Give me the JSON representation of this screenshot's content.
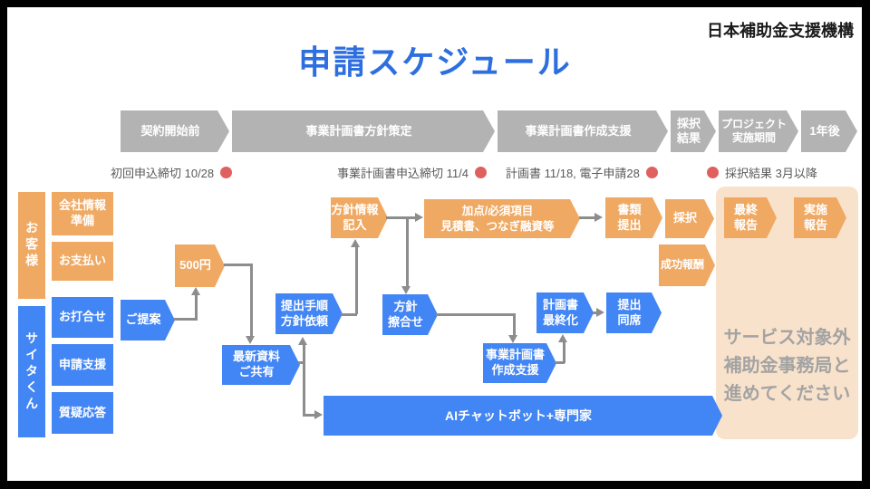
{
  "header": {
    "title": "申請スケジュール",
    "org": "日本補助金支援機構"
  },
  "timeline": {
    "phases": [
      {
        "label": "契約開始前"
      },
      {
        "label": "事業計画書方針策定"
      },
      {
        "label": "事業計画書作成支援"
      },
      {
        "label": "採択\n結果"
      },
      {
        "label": "プロジェクト\n実施期間"
      },
      {
        "label": "1年後"
      }
    ]
  },
  "milestones": [
    {
      "label": "初回申込締切 10/28",
      "dot_position": "after"
    },
    {
      "label": "事業計画書申込締切 11/4",
      "dot_position": "after"
    },
    {
      "label": "計画書 11/18, 電子申請28",
      "dot_position": "after"
    },
    {
      "label": "採択結果 3月以降",
      "dot_position": "before"
    }
  ],
  "lanes": {
    "customer": {
      "label": "お客様",
      "items": [
        {
          "label": "会社情報\n準備"
        },
        {
          "label": "お支払い"
        }
      ]
    },
    "saita": {
      "label": "サイタくん",
      "items": [
        {
          "label": "お打合せ"
        },
        {
          "label": "申請支援"
        },
        {
          "label": "質疑応答"
        }
      ]
    }
  },
  "flow": {
    "proposal": "ご提案",
    "fee_500yen": "500円",
    "latest_docs": "最新資料\nご共有",
    "submit_procedure": "提出手順\n方針依頼",
    "policy_entry": "方針情報\n記入",
    "policy_align": "方針\n擦合せ",
    "bonus_items": "加点/必須項目\n見積書、つなぎ融資等",
    "plan_support": "事業計画書\n作成支援",
    "plan_finalize": "計画書\n最終化",
    "submit_attend": "提出\n同席",
    "doc_submit": "書類\n提出",
    "adoption": "採択",
    "success_fee": "成功報酬",
    "final_report": "最終\n報告",
    "impl_report": "実施\n報告",
    "ai_chatbot": "AIチャットボット+専門家"
  },
  "side_panel": {
    "note": "サービス対象外\n補助金事務局と\n進めてください"
  },
  "colors": {
    "title_blue": "#2e6fe0",
    "box_blue": "#4285f4",
    "box_orange": "#efa963",
    "timeline_gray": "#b3b3b3",
    "milestone_red": "#e06060",
    "milestone_text": "#5a5a5a",
    "panel_peach": "#f9e2cb",
    "panel_text": "#a3a3a3",
    "connector_gray": "#8d8d8d"
  }
}
